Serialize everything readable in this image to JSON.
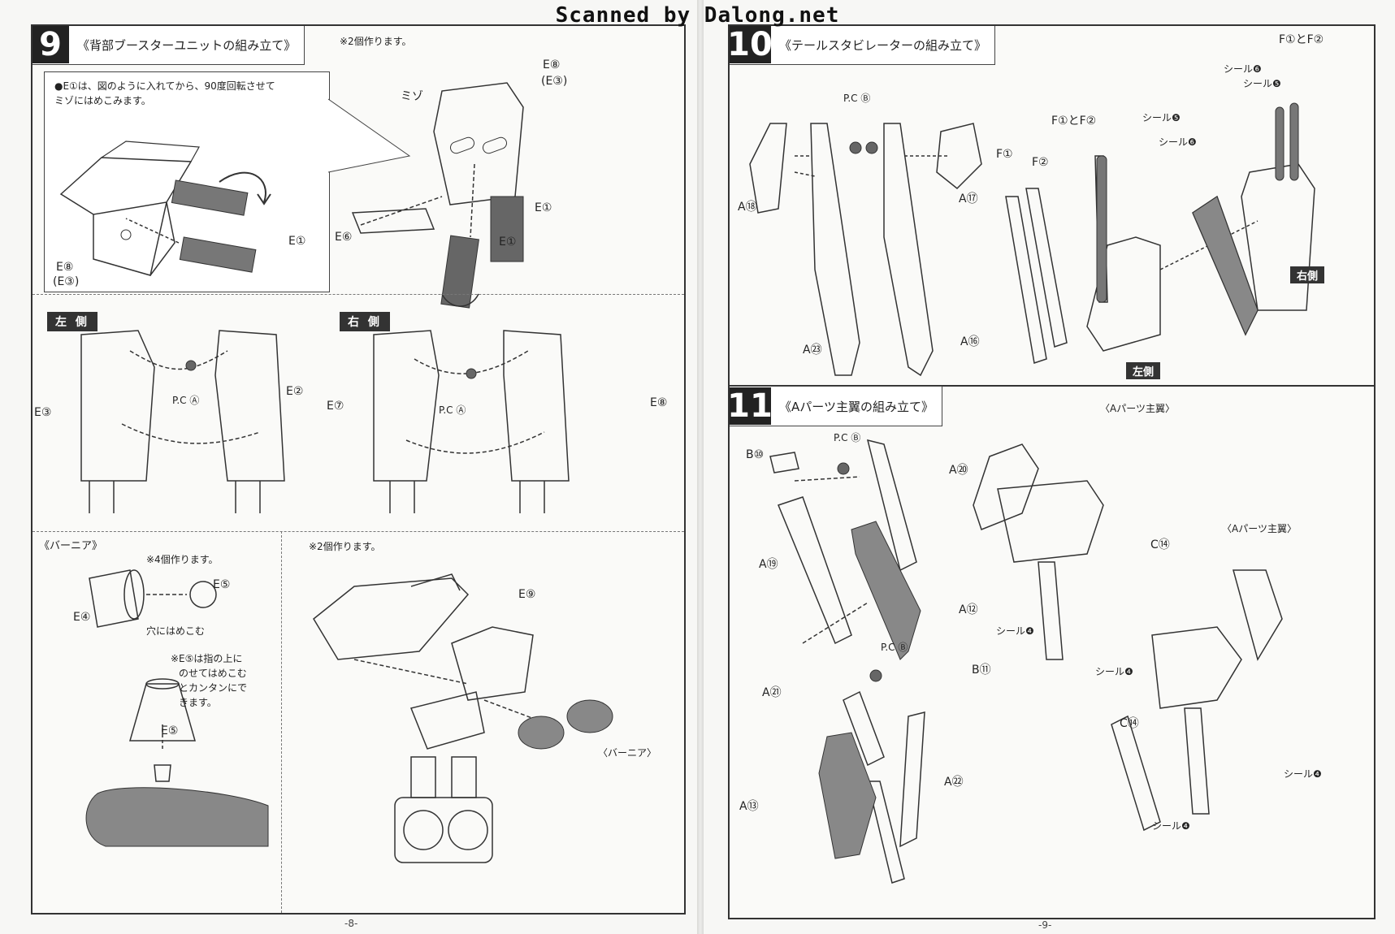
{
  "watermark": "Scanned by Dalong.net",
  "left_page": {
    "step9": {
      "number": "9",
      "title": "《背部ブースターユニットの組み立て》",
      "make_two": "※2個作ります。",
      "detail_note": [
        "●E①は、図のように入れてから、90度回転させて",
        "ミゾにはめこみます。"
      ],
      "labels": {
        "e8": "E⑧",
        "e8_alt": "(E③)",
        "e1": "E①",
        "e6": "E⑥",
        "mizo": "ミゾ",
        "e8_top": "E⑧",
        "e3_top": "(E③)",
        "e1_right": "E①",
        "e1_bottom": "E①"
      }
    },
    "left_side": {
      "label": "左 側",
      "e3": "E③",
      "e2": "E②",
      "pca": "P.C Ⓐ"
    },
    "right_side": {
      "label": "右 側",
      "e7": "E⑦",
      "e8": "E⑧",
      "pca": "P.C Ⓐ"
    },
    "vernier": {
      "title": "《バーニア》",
      "make_four": "※4個作ります。",
      "e4": "E④",
      "e5": "E⑤",
      "hole_note": "穴にはめこむ",
      "tip_note": [
        "※E⑤は指の上に",
        "のせてはめこむ",
        "とカンタンにで",
        "きます。"
      ],
      "e5_bottom": "E⑤"
    },
    "thruster": {
      "make_two": "※2個作ります。",
      "e9": "E⑨",
      "vernier_label": "〈バーニア〉"
    },
    "page_number": "-8-"
  },
  "right_page": {
    "step10": {
      "number": "10",
      "title": "《テールスタビレーターの組み立て》",
      "labels": {
        "pcb": "P.C Ⓑ",
        "a18": "A⑱",
        "a17": "A⑰",
        "a23": "A㉓",
        "a16": "A⑯",
        "f1": "F①",
        "f2": "F②",
        "f1f2": "F①とF②",
        "f1f2_top": "F①とF②",
        "seal6_a": "シール❻",
        "seal5_a": "シール❺",
        "seal5_b": "シール❺",
        "seal6_b": "シール❻"
      },
      "right_label": "右側",
      "left_label": "左側"
    },
    "step11": {
      "number": "11",
      "title": "《Aパーツ主翼の組み立て》",
      "labels": {
        "b10": "B⑩",
        "pcb1": "P.C Ⓑ",
        "a20": "A⑳",
        "a19": "A⑲",
        "a12": "A⑫",
        "pcb2": "P.C Ⓑ",
        "b11": "B⑪",
        "a21": "A㉑",
        "a22": "A㉒",
        "a13": "A⑬",
        "main_wing_1": "〈Aパーツ主翼〉",
        "main_wing_2": "〈Aパーツ主翼〉",
        "c14_a": "C⑭",
        "c14_b": "C⑭",
        "seal4_a": "シール❹",
        "seal4_b": "シール❹",
        "seal4_c": "シール❹",
        "seal4_d": "シール❹"
      }
    },
    "page_number": "-9-"
  }
}
